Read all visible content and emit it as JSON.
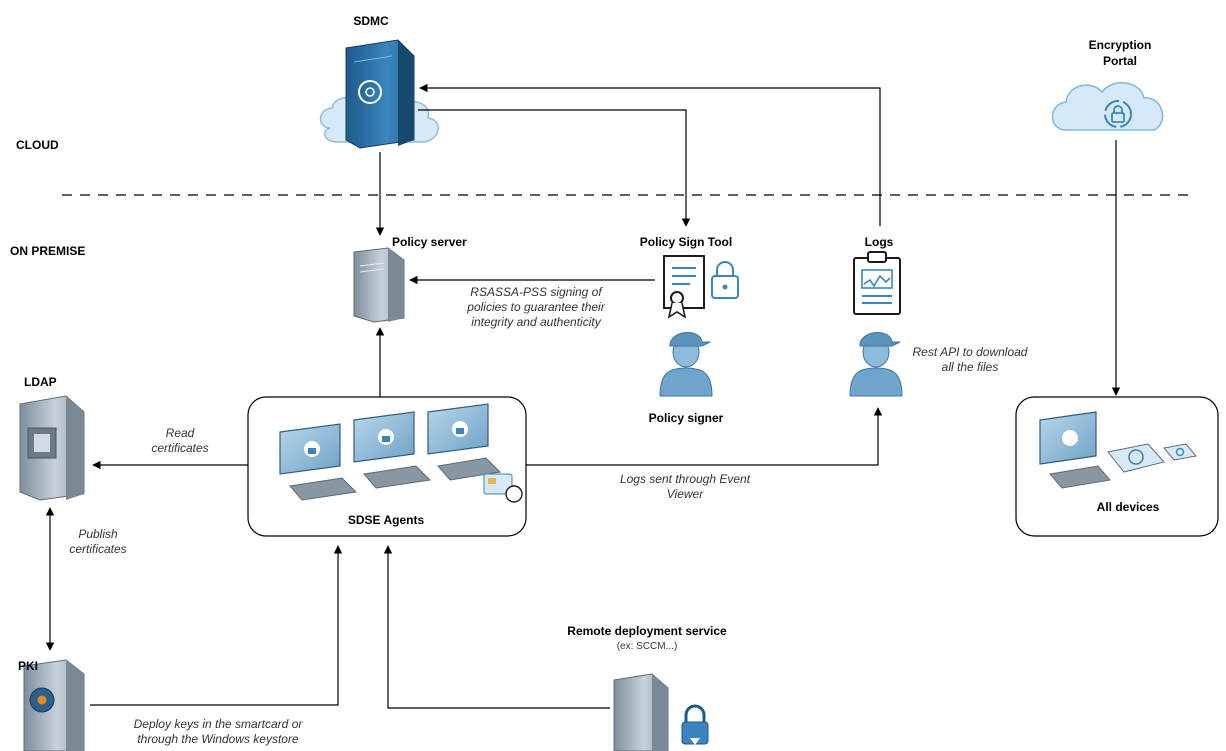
{
  "zones": {
    "cloud": "CLOUD",
    "on_premise": "ON PREMISE"
  },
  "nodes": {
    "sdmc": "SDMC",
    "encryption_portal_line1": "Encryption",
    "encryption_portal_line2": "Portal",
    "policy_server": "Policy server",
    "policy_sign_tool": "Policy Sign Tool",
    "logs": "Logs",
    "ldap": "LDAP",
    "policy_signer": "Policy signer",
    "sdse_agents": "SDSE Agents",
    "all_devices": "All devices",
    "pki": "PKI",
    "remote_deployment": "Remote deployment service",
    "remote_deployment_example": "(ex: SCCM...)"
  },
  "annotations": {
    "signing_line1": "RSASSA-PSS signing of",
    "signing_line2": "policies to guarantee their",
    "signing_line3": "integrity and authenticity",
    "rest_api_line1": "Rest API to download",
    "rest_api_line2": "all the files",
    "read_certs_line1": "Read",
    "read_certs_line2": "certificates",
    "logs_sent_line1": "Logs sent through Event",
    "logs_sent_line2": "Viewer",
    "publish_certs_line1": "Publish",
    "publish_certs_line2": "certificates",
    "deploy_keys_line1": "Deploy keys in the smartcard or",
    "deploy_keys_line2": "through the Windows keystore"
  },
  "colors": {
    "server_blue": "#2d6fa3",
    "server_grey": "#9aa7b3",
    "cloud_fill": "#d6e9f8",
    "monitor_screen": "#8fb9d6",
    "person": "#6fa5cc",
    "line": "#000000"
  }
}
